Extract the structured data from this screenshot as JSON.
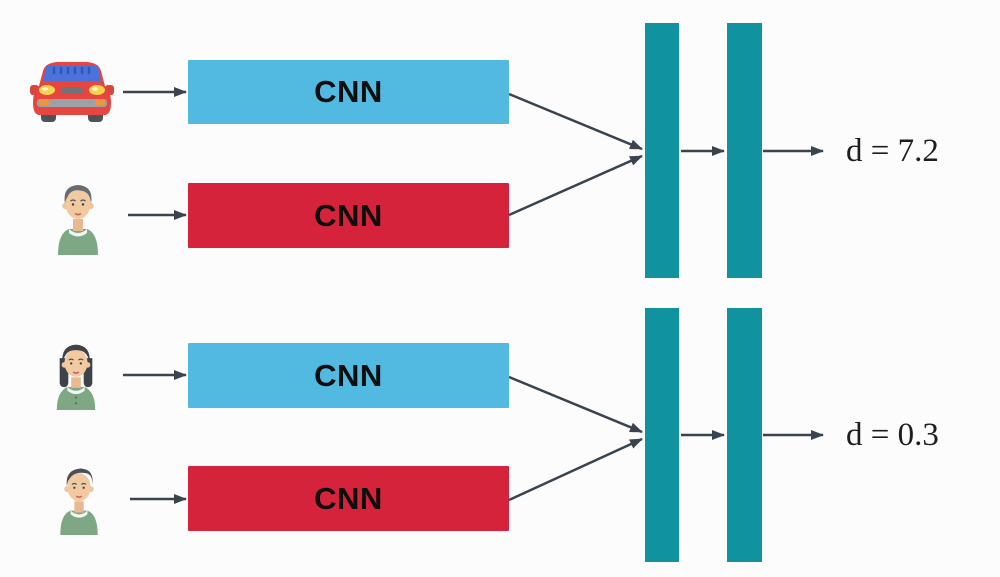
{
  "diagram": {
    "description": "siamese-network-distance-diagram",
    "colors": {
      "background": "#FCFCFC",
      "cnn_blue": "#52B9E0",
      "cnn_red": "#D5233C",
      "embedding_teal": "#11939F",
      "arrow": "#3A444E",
      "cnn_text": "#0E0E0E",
      "distance_text": "#1E1E1E"
    },
    "groups": [
      {
        "name": "dissimilar-pair",
        "inputs": [
          {
            "icon": "car-icon",
            "cnn_label": "CNN",
            "box_color": "#52B9E0"
          },
          {
            "icon": "man-icon",
            "cnn_label": "CNN",
            "box_color": "#D5233C"
          }
        ],
        "embedding_bar_count": 2,
        "distance_label": "d = 7.2"
      },
      {
        "name": "similar-pair",
        "inputs": [
          {
            "icon": "woman-icon",
            "cnn_label": "CNN",
            "box_color": "#52B9E0"
          },
          {
            "icon": "young-man-icon",
            "cnn_label": "CNN",
            "box_color": "#D5233C"
          }
        ],
        "embedding_bar_count": 2,
        "distance_label": "d = 0.3"
      }
    ]
  }
}
